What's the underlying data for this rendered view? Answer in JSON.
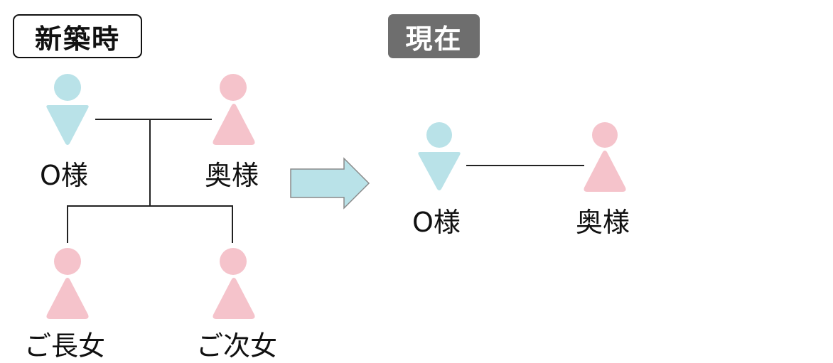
{
  "badges": {
    "then": "新築時",
    "now": "現在"
  },
  "people": {
    "then_husband": "O様",
    "then_wife": "奥様",
    "then_daughter1": "ご長女",
    "then_daughter2": "ご次女",
    "now_husband": "O様",
    "now_wife": "奥様"
  },
  "colors": {
    "male": "#b9e2e8",
    "female": "#f5c3cb",
    "line": "#222222",
    "badge_now_bg": "#6e6e6e",
    "arrow_fill": "#b9e2e8",
    "arrow_stroke": "#8a8a8a"
  },
  "icons": {
    "male": "male-person-icon",
    "female": "female-person-icon",
    "arrow": "right-arrow-icon"
  }
}
